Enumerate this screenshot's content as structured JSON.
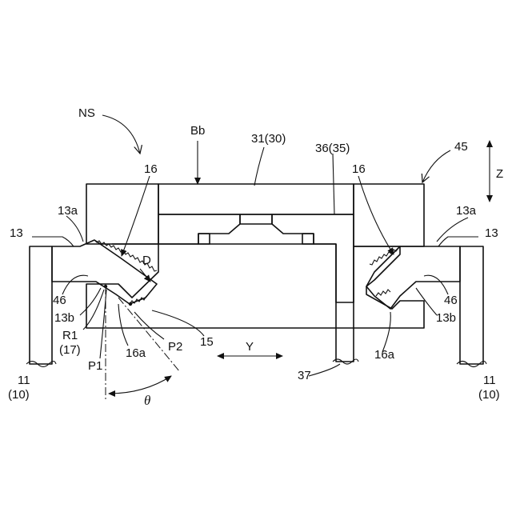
{
  "labels": {
    "ns": "NS",
    "bb": "Bb",
    "l31": "31(30)",
    "l36": "36(35)",
    "l45": "45",
    "l16a": "16",
    "l16b": "16",
    "l13a_left": "13a",
    "l13a_right": "13a",
    "l13_left": "13",
    "l13_right": "13",
    "z": "Z",
    "d": "D",
    "l46_left": "46",
    "l46_right": "46",
    "l13b_left": "13b",
    "l13b_right": "13b",
    "r1": "R1",
    "r1_sub": "(17)",
    "p1": "P1",
    "p2": "P2",
    "l16a_left": "16a",
    "l16a_right": "16a",
    "l15": "15",
    "y": "Y",
    "l37": "37",
    "l11_left": "11",
    "l10_left": "(10)",
    "l11_right": "11",
    "l10_right": "(10)",
    "theta": "θ"
  },
  "colors": {
    "line": "#111111",
    "background": "#ffffff"
  }
}
